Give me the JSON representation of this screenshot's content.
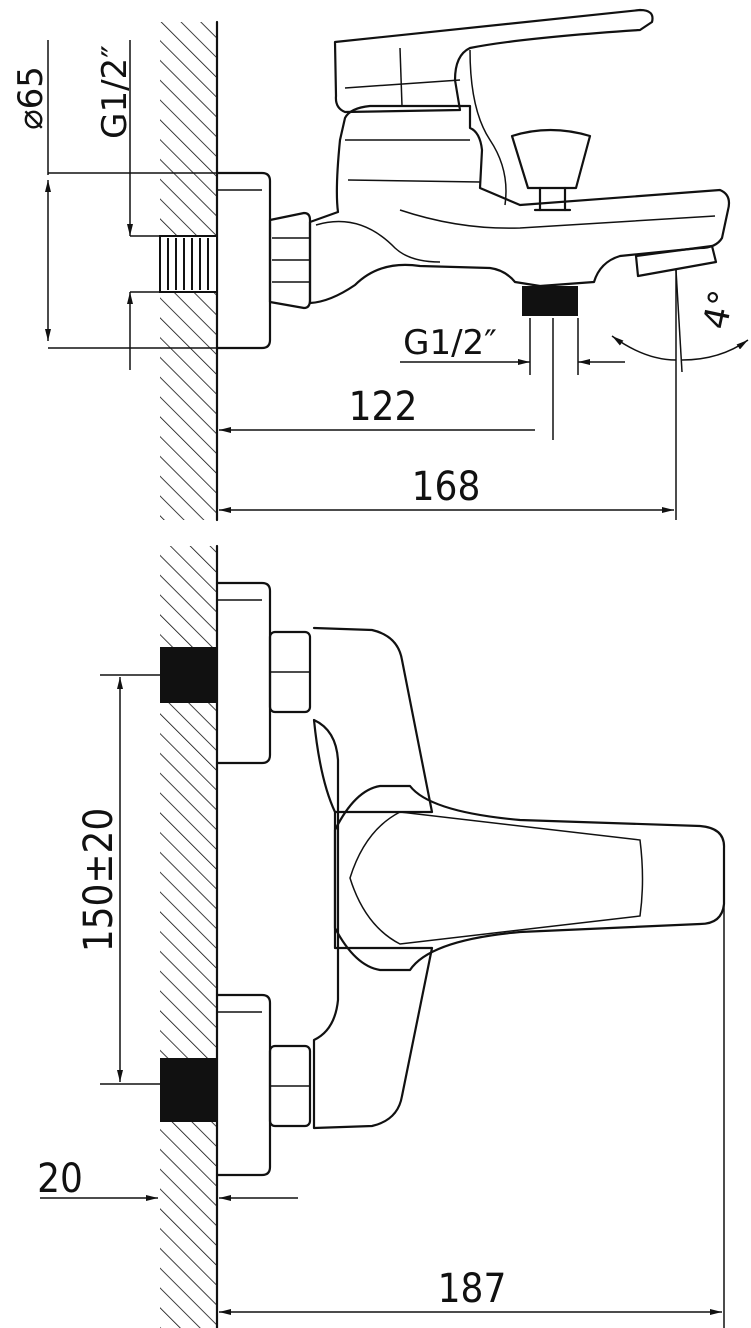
{
  "drawing": {
    "side_view": {
      "dimensions": {
        "diameter": "⌀65",
        "inlet_thread": "G1/2″",
        "outlet_thread": "G1/2″",
        "spout_angle": "4°",
        "depth_outlet": "122",
        "depth_total": "168"
      }
    },
    "front_view": {
      "dimensions": {
        "inlet_spacing": "150±20",
        "wall_offset": "20",
        "total_depth": "187"
      }
    }
  },
  "colors": {
    "line": "#111111",
    "background": "#ffffff"
  }
}
